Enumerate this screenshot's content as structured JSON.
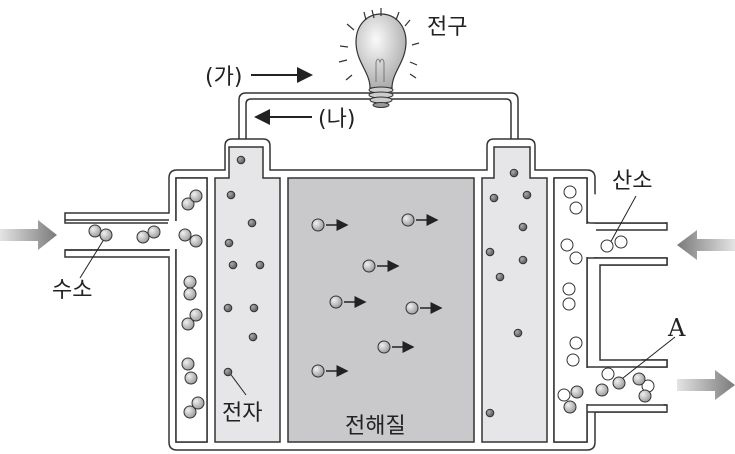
{
  "title": "Fuel cell diagram",
  "labels": {
    "bulb": "전구",
    "flow_a": "(가)",
    "flow_b": "(나)",
    "hydrogen": "수소",
    "oxygen": "산소",
    "electron": "전자",
    "electrolyte": "전해질",
    "product": "A"
  },
  "colors": {
    "electrolyte": "#c9c9cb",
    "electrode": "#e6e6e8",
    "hydrogen": "#b8b8b8",
    "oxygen": "#ffffff",
    "outline": "#333333"
  }
}
